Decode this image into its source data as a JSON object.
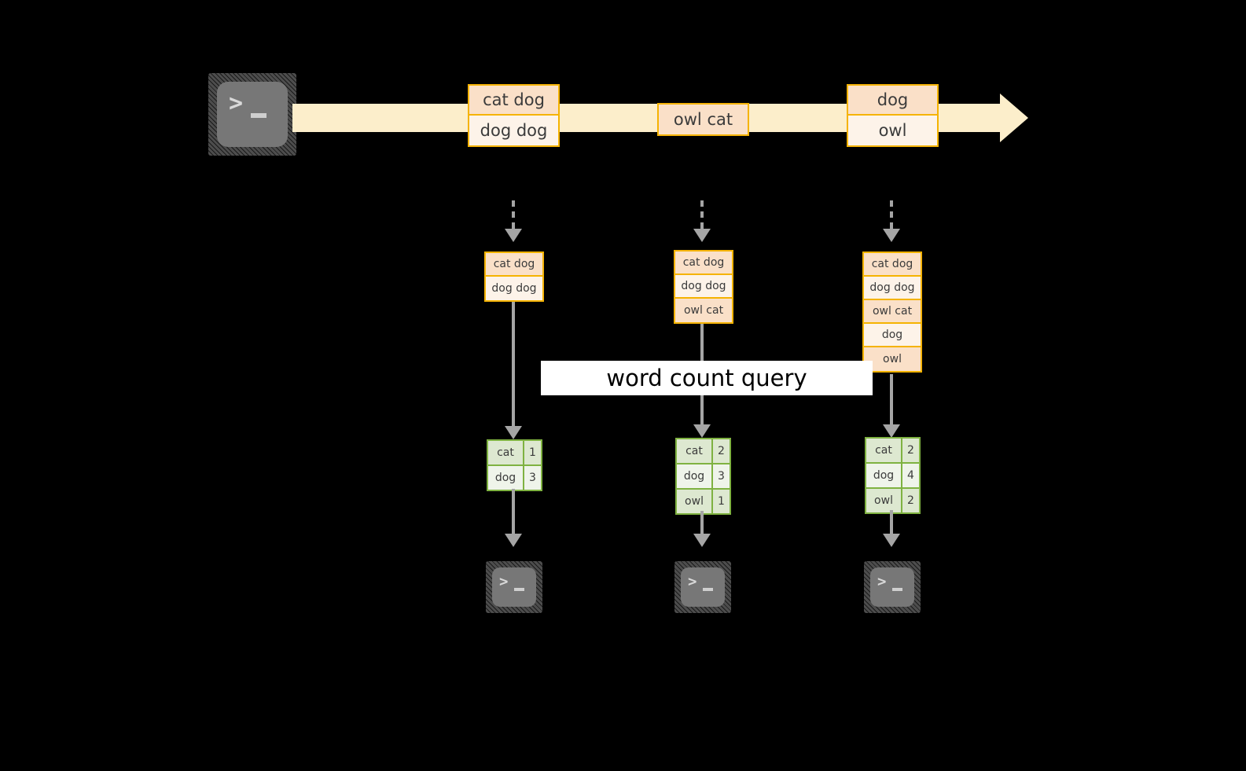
{
  "diagram": {
    "title_label": "word count query",
    "colors": {
      "background": "#000000",
      "stream_band": "#fceecb",
      "event_border": "#f5b301",
      "event_fill_dark": "#fae0c8",
      "event_fill_light": "#fdf3e9",
      "result_border": "#7fb241",
      "result_fill_dark": "#dde8d0",
      "result_fill_light": "#eff4ea",
      "connector": "#a5a5a5",
      "terminal_body": "#777777",
      "label_bg": "#ffffff",
      "label_text": "#000000"
    }
  },
  "source": {
    "icon": "terminal-icon",
    "glyph": ">"
  },
  "stream": {
    "groups": [
      {
        "id": "group-1",
        "rows": [
          "cat dog",
          "dog dog"
        ]
      },
      {
        "id": "group-2",
        "rows": [
          "owl cat"
        ]
      },
      {
        "id": "group-3",
        "rows": [
          "dog",
          "owl"
        ]
      }
    ]
  },
  "accumulators": [
    {
      "id": "acc-1",
      "rows": [
        "cat dog",
        "dog dog"
      ]
    },
    {
      "id": "acc-2",
      "rows": [
        "cat dog",
        "dog dog",
        "owl cat"
      ]
    },
    {
      "id": "acc-3",
      "rows": [
        "cat dog",
        "dog dog",
        "owl cat",
        "dog",
        "owl"
      ]
    }
  ],
  "results": [
    {
      "id": "result-1",
      "rows": [
        {
          "word": "cat",
          "count": "1"
        },
        {
          "word": "dog",
          "count": "3"
        }
      ]
    },
    {
      "id": "result-2",
      "rows": [
        {
          "word": "cat",
          "count": "2"
        },
        {
          "word": "dog",
          "count": "3"
        },
        {
          "word": "owl",
          "count": "1"
        }
      ]
    },
    {
      "id": "result-3",
      "rows": [
        {
          "word": "cat",
          "count": "2"
        },
        {
          "word": "dog",
          "count": "4"
        },
        {
          "word": "owl",
          "count": "2"
        }
      ]
    }
  ],
  "sinks": [
    {
      "id": "sink-1",
      "icon": "terminal-icon",
      "glyph": ">"
    },
    {
      "id": "sink-2",
      "icon": "terminal-icon",
      "glyph": ">"
    },
    {
      "id": "sink-3",
      "icon": "terminal-icon",
      "glyph": ">"
    }
  ]
}
